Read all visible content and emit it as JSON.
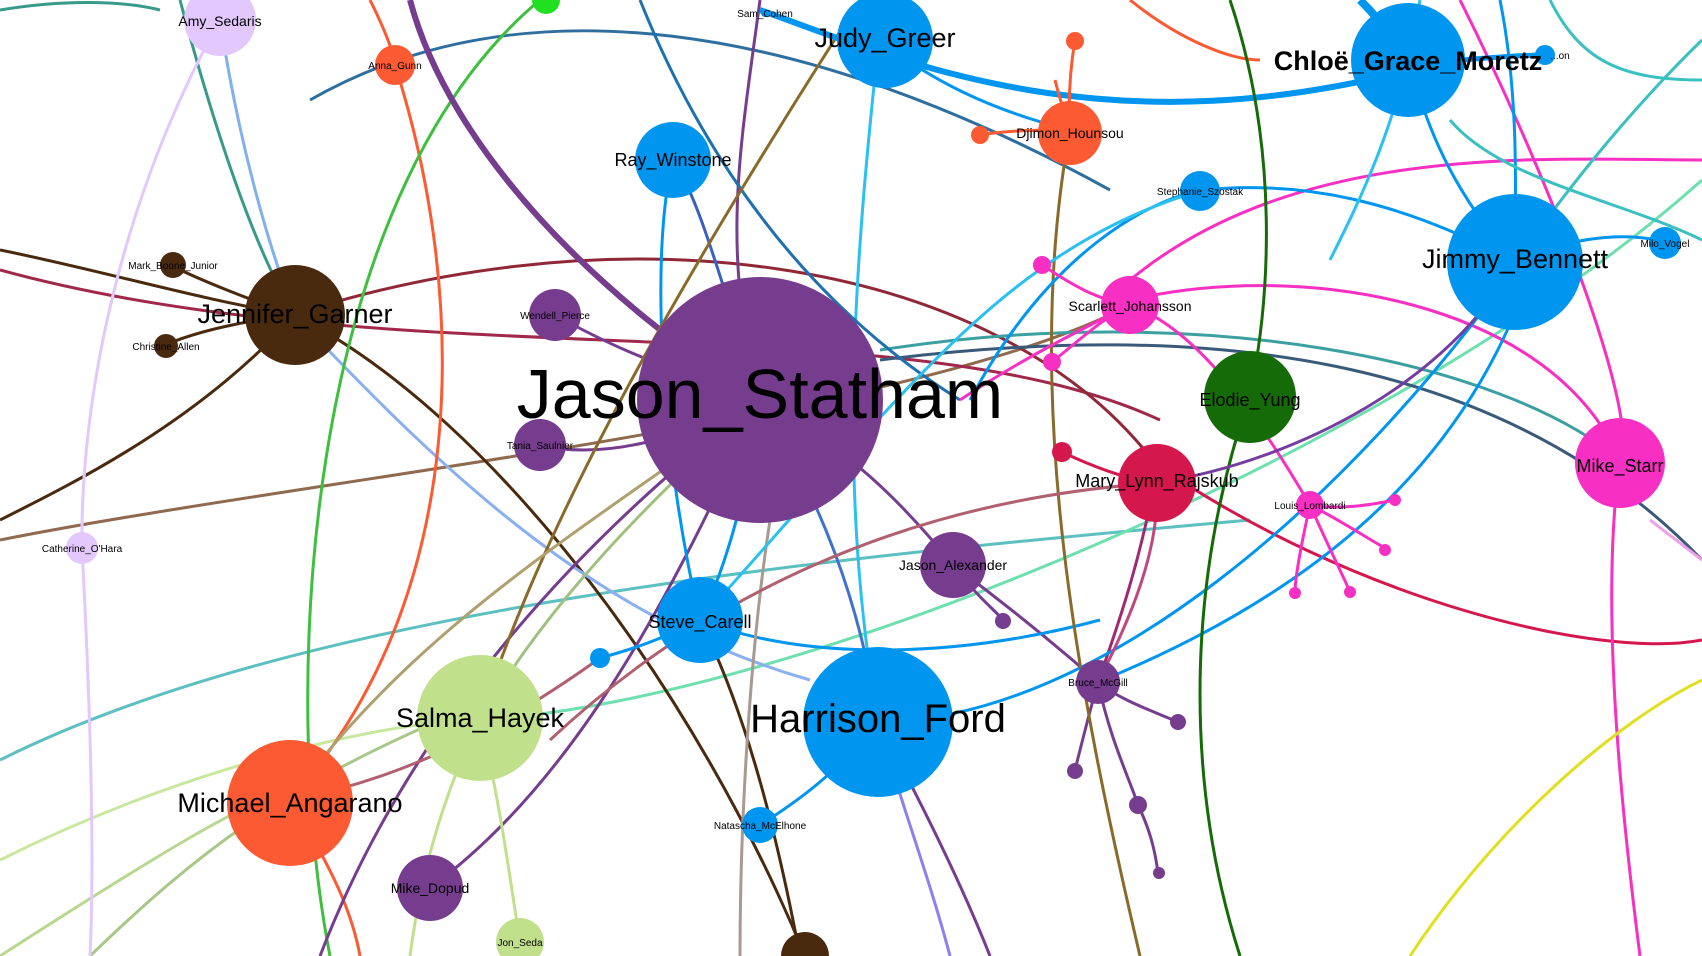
{
  "graph": {
    "nodes": [
      {
        "id": "jason_statham",
        "label": "Jason_Statham",
        "color": "#763d8e"
      },
      {
        "id": "harrison_ford",
        "label": "Harrison_Ford",
        "color": "#0096f0"
      },
      {
        "id": "jimmy_bennett",
        "label": "Jimmy_Bennett",
        "color": "#0096f0"
      },
      {
        "id": "chloe_grace_moretz",
        "label": "Chloë_Grace_Moretz",
        "color": "#0096f0"
      },
      {
        "id": "jennifer_garner",
        "label": "Jennifer_Garner",
        "color": "#4a2a0e"
      },
      {
        "id": "michael_angarano",
        "label": "Michael_Angarano",
        "color": "#fb5a32"
      },
      {
        "id": "salma_hayek",
        "label": "Salma_Hayek",
        "color": "#c1e08c"
      },
      {
        "id": "mike_starr",
        "label": "Mike_Starr",
        "color": "#f72fc2"
      },
      {
        "id": "elodie_yung",
        "label": "Elodie_Yung",
        "color": "#156b08"
      },
      {
        "id": "mary_lynn_rajskub",
        "label": "Mary_Lynn_Rajskub",
        "color": "#d4174d"
      },
      {
        "id": "judy_greer",
        "label": "Judy_Greer",
        "color": "#0096f0"
      },
      {
        "id": "steve_carell",
        "label": "Steve_Carell",
        "color": "#0096f0"
      },
      {
        "id": "ray_winstone",
        "label": "Ray_Winstone",
        "color": "#0096f0"
      },
      {
        "id": "djimon_hounsou",
        "label": "Djimon_Hounsou",
        "color": "#fb5a32"
      },
      {
        "id": "scarlett_johansson",
        "label": "Scarlett_Johansson",
        "color": "#f72fc2"
      },
      {
        "id": "jason_alexander",
        "label": "Jason_Alexander",
        "color": "#763d8e"
      },
      {
        "id": "amy_sedaris",
        "label": "Amy_Sedaris",
        "color": "#e2c8fc"
      },
      {
        "id": "mike_dopud",
        "label": "Mike_Dopud",
        "color": "#763d8e"
      },
      {
        "id": "wendell_pierce",
        "label": "Wendell_Pierce",
        "color": "#763d8e"
      },
      {
        "id": "tania_saulnier",
        "label": "Tania_Saulnier",
        "color": "#763d8e"
      },
      {
        "id": "bruce_mcgill",
        "label": "Bruce_McGill",
        "color": "#763d8e"
      },
      {
        "id": "anna_gunn",
        "label": "Anna_Gunn",
        "color": "#fb5a32"
      },
      {
        "id": "stephanie_szostak",
        "label": "Stephanie_Szostak",
        "color": "#0096f0"
      },
      {
        "id": "natascha_mcelhone",
        "label": "Natascha_McElhone",
        "color": "#0096f0"
      },
      {
        "id": "jon_seda",
        "label": "Jon_Seda",
        "color": "#c1e08c"
      },
      {
        "id": "louis_lombardi",
        "label": "Louis_Lombardi",
        "color": "#f72fc2"
      },
      {
        "id": "catherine_ohara",
        "label": "Catherine_O'Hara",
        "color": "#e2c8fc"
      },
      {
        "id": "mark_boone",
        "label": "Mark_Boone",
        "color": "#4a2a0e"
      },
      {
        "id": "christine_allen",
        "label": "Christine_Allen",
        "color": "#4a2a0e"
      },
      {
        "id": "sam_cohen",
        "label": "Sam_Cohen",
        "color": "#0096f0"
      },
      {
        "id": "milo_vogel",
        "label": "Milo_Vogel",
        "color": "#0096f0"
      },
      {
        "id": "leon",
        "label": "...on",
        "color": "#0096f0"
      }
    ],
    "labels_display": {
      "mark_boone": "Mark_Boone_Junior",
      "christine_allen": "Christine_Allen",
      "sam_cohen": "Sam_Cohen",
      "milo_vogel": "Milo_Vogel",
      "leon": "...on"
    }
  }
}
